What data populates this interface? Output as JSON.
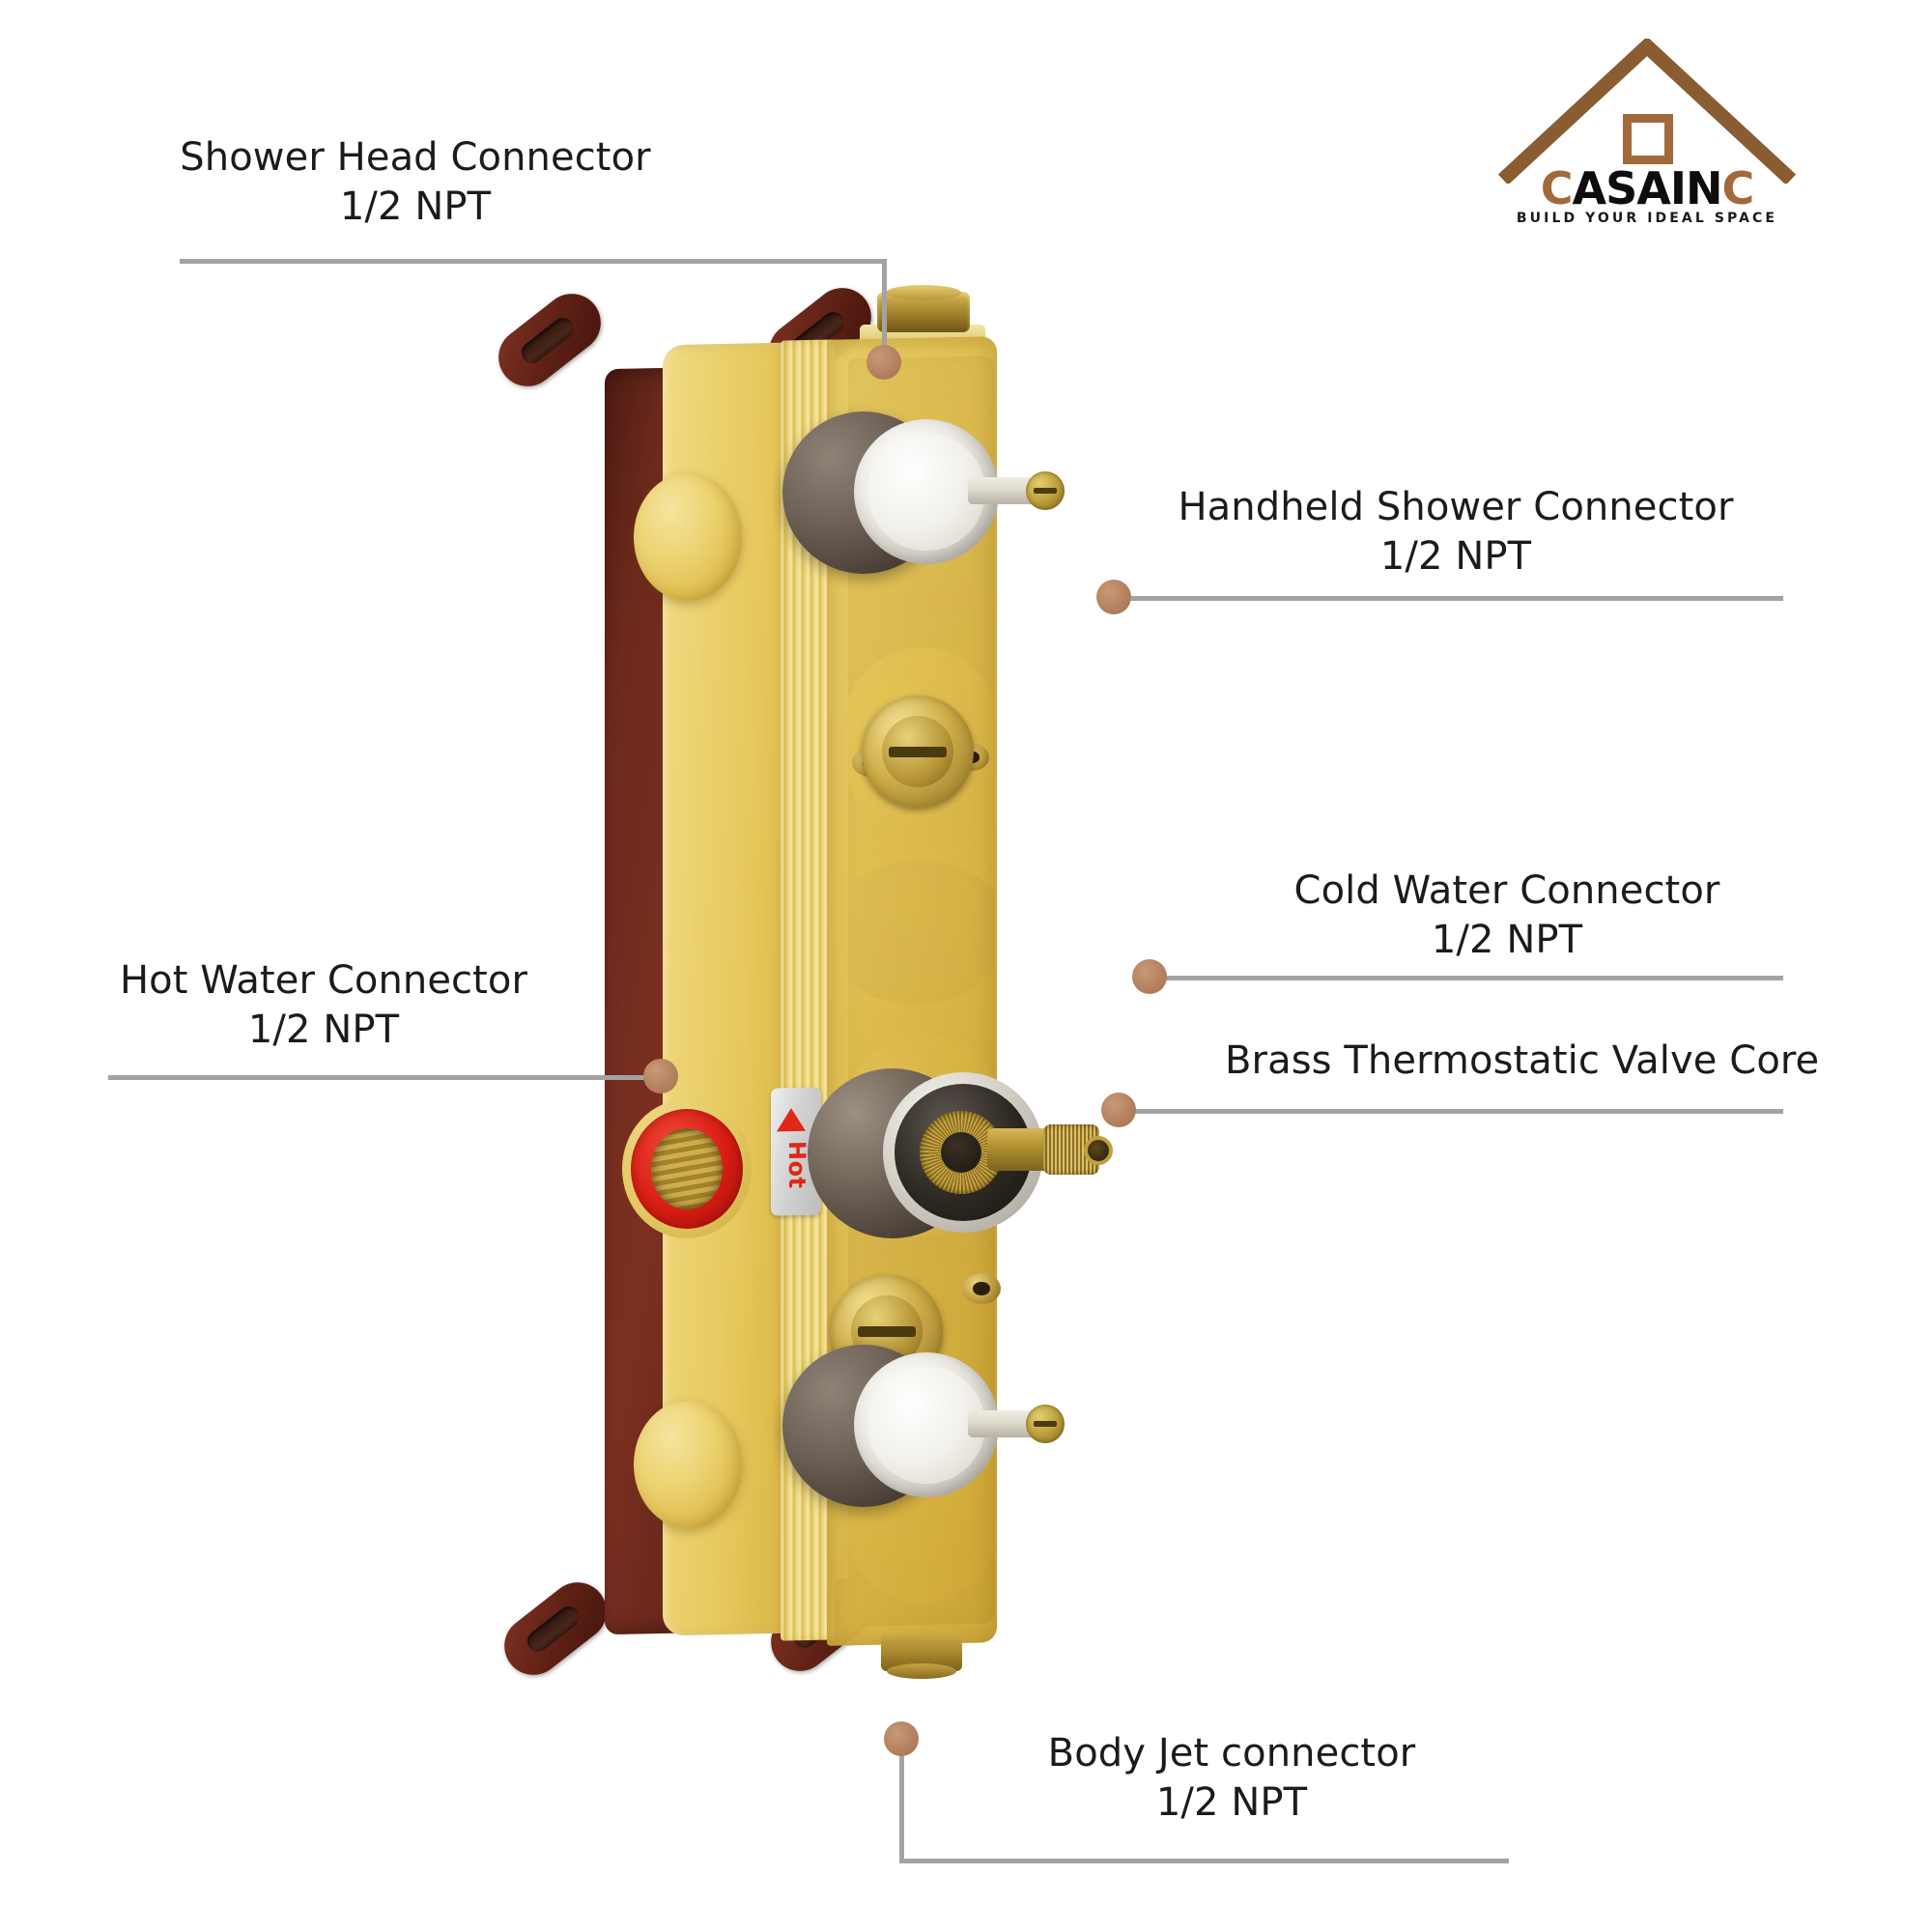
{
  "brand": {
    "name": "CASAINC",
    "name_parts": {
      "lead": "C",
      "middle": "ASAIN",
      "trail": "C"
    },
    "tagline": "BUILD YOUR IDEAL SPACE",
    "accent_color": "#a06a3c",
    "text_color": "#0d0d0d",
    "icon": "house-roof-icon"
  },
  "diagram": {
    "product": "thermostatic-shower-valve-body",
    "leader_line_color": "#a3a3a3",
    "dot_color": "#b4805e",
    "hot_marker": {
      "text": "Hot",
      "color": "#e02718"
    },
    "callouts": [
      {
        "id": "shower-head-connector",
        "line1": "Shower Head Connector",
        "line2": "1/2 NPT",
        "align": "center"
      },
      {
        "id": "handheld-shower-connector",
        "line1": "Handheld Shower Connector",
        "line2": "1/2 NPT",
        "align": "center"
      },
      {
        "id": "cold-water-connector",
        "line1": "Cold Water Connector",
        "line2": "1/2 NPT",
        "align": "center"
      },
      {
        "id": "brass-thermostatic-valve-core",
        "line1": "Brass Thermostatic Valve Core",
        "line2": "",
        "align": "left"
      },
      {
        "id": "hot-water-connector",
        "line1": "Hot Water Connector",
        "line2": "1/2 NPT",
        "align": "center"
      },
      {
        "id": "body-jet-connector",
        "line1": "Body Jet connector",
        "line2": "1/2 NPT",
        "align": "center"
      }
    ]
  }
}
